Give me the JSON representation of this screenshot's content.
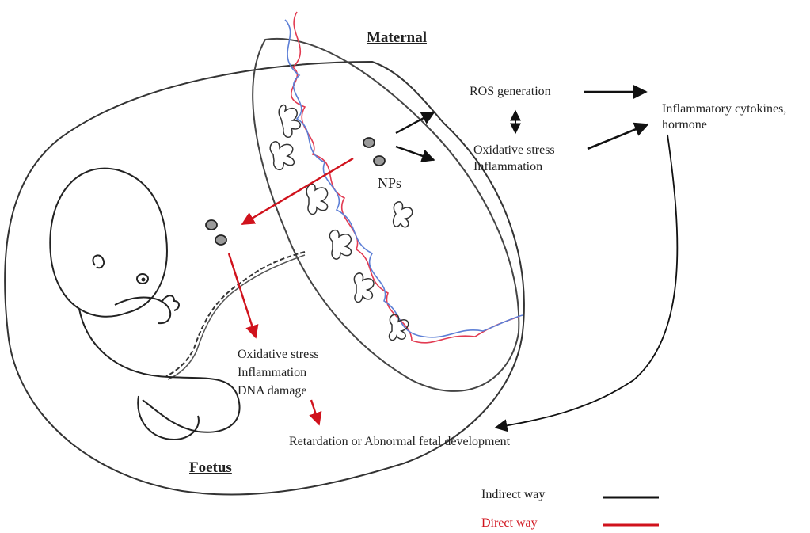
{
  "labels": {
    "maternal": "Maternal",
    "foetus": "Foetus",
    "nps": "NPs",
    "ros_generation": "ROS generation",
    "maternal_oxidative_stress": "Oxidative stress",
    "maternal_inflammation": "Inflammation",
    "cytokines_line1": "Inflammatory cytokines,",
    "cytokines_line2": "hormone",
    "fetal_oxidative_stress": "Oxidative stress",
    "fetal_inflammation": "Inflammation",
    "fetal_dna_damage": "DNA damage",
    "outcome": "Retardation or Abnormal fetal development"
  },
  "legend": {
    "indirect_label": "Indirect way",
    "direct_label": "Direct way",
    "indirect_color": "#111111",
    "direct_color": "#d0121c"
  },
  "colors": {
    "maternal_vessel_red": "#e23b52",
    "maternal_vessel_blue": "#5d7fd6",
    "nanoparticle_fill": "#9a9a9a"
  }
}
